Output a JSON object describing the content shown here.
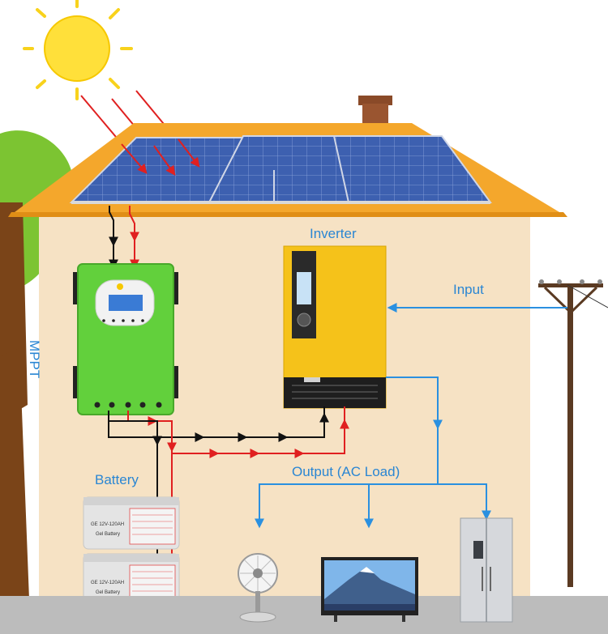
{
  "labels": {
    "inverter": "Inverter",
    "input": "Input",
    "mppt": "MPPT",
    "battery": "Battery",
    "output": "Output (AC Load)"
  },
  "battery_text": {
    "top_model": "GE 12V-120AH",
    "top_name": "Gel Battery",
    "bottom_model": "GE 12V-120AH",
    "bottom_name": "Gel Battery"
  },
  "colors": {
    "wall": "#f6e2c4",
    "roof": "#f4a72c",
    "panel": "#3f62b3",
    "controller": "#62d03c",
    "inverter": "#f5c21a",
    "positive_wire": "#e02020",
    "negative_wire": "#111111",
    "ac_wire": "#2a90e0",
    "ground": "#bcbcbc"
  }
}
